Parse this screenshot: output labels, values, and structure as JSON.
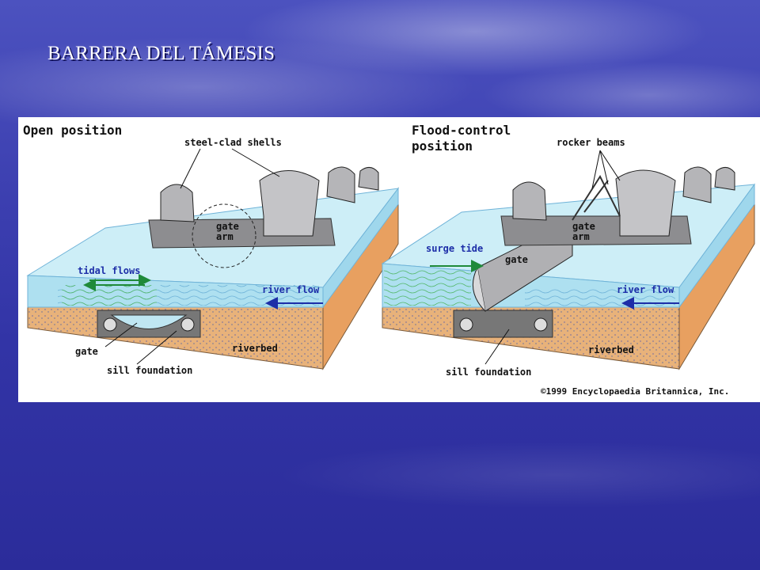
{
  "slide": {
    "title": "BARRERA DEL TÁMESIS"
  },
  "figure": {
    "left_panel": {
      "title": "Open position",
      "labels": {
        "steel_clad_shells": "steel-clad shells",
        "gate_arm_1": "gate",
        "gate_arm_2": "arm",
        "tidal_flows": "tidal flows",
        "river_flow": "river flow",
        "gate": "gate",
        "sill_foundation": "sill foundation",
        "riverbed": "riverbed"
      }
    },
    "right_panel": {
      "title_line1": "Flood-control",
      "title_line2": "position",
      "labels": {
        "rocker_beams": "rocker beams",
        "gate_arm_1": "gate",
        "gate_arm_2": "arm",
        "surge_tide": "surge tide",
        "gate": "gate",
        "river_flow": "river flow",
        "sill_foundation": "sill foundation",
        "riverbed": "riverbed"
      }
    },
    "copyright": "©1999 Encyclopaedia Britannica, Inc."
  },
  "colors": {
    "water": "#bfe6f2",
    "water_edge": "#7fc8e2",
    "riverbed": "#e8b27a",
    "gate_gray": "#a8a8ab",
    "arrow_blue": "#1d2ea8",
    "arrow_green": "#1f8a3a"
  }
}
